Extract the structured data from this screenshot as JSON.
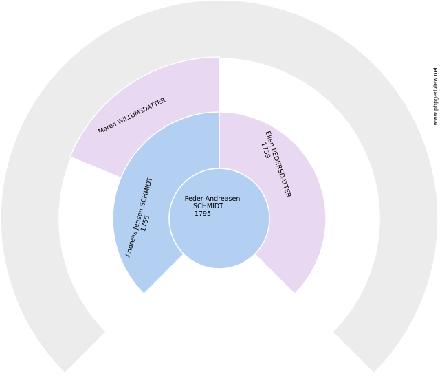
{
  "colors": {
    "outer_ring": "#ececec",
    "male": "#b3cff2",
    "female": "#e8d8f1",
    "border": "#ffffff"
  },
  "people": {
    "root": {
      "name": "Peder Andreasen",
      "surname": "SCHMIDT",
      "year": "1795"
    },
    "father": {
      "name": "Andreas Jensen SCHMIDT",
      "year": "1755"
    },
    "mother": {
      "name": "Ellen PEDERSDATTER",
      "year": "1759"
    },
    "paternal_grandmother": {
      "name": "Maren WILLUMSDATTER"
    }
  },
  "watermark": "www.phpgedview.net"
}
